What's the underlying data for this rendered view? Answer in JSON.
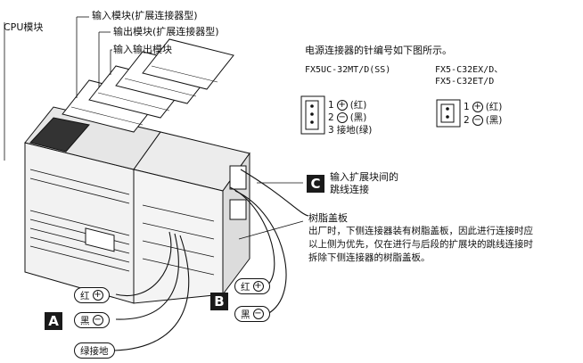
{
  "callouts": {
    "cpu": "CPU模块",
    "input_module": "输入模块(扩展连接器型)",
    "output_module": "输出模块(扩展连接器型)",
    "io_module": "输入输出模块"
  },
  "connector_section": {
    "heading": "电源连接器的针编号如下图所示。",
    "left_model": "FX5UC-32MT/D(SS)",
    "right_model_line1": "FX5-C32EX/D、",
    "right_model_line2": "FX5-C32ET/D",
    "left_pins": [
      {
        "num": "1",
        "symbol": "+",
        "label": "(红)"
      },
      {
        "num": "2",
        "symbol": "−",
        "label": "(黑)"
      },
      {
        "num": "3",
        "symbol": "",
        "label": "接地(绿)"
      }
    ],
    "right_pins": [
      {
        "num": "1",
        "symbol": "+",
        "label": "(红)"
      },
      {
        "num": "2",
        "symbol": "−",
        "label": "(黑)"
      }
    ]
  },
  "badge_c": {
    "letter": "C",
    "line1": "输入扩展块间的",
    "line2": "跳线连接"
  },
  "resin_cover": {
    "title": "树脂盖板",
    "lines": [
      "出厂时，下侧连接器装有树脂盖板，因此进行连接时应",
      "以上侧为优先，仅在进行与后段的扩展块的跳线连接时",
      "拆除下侧连接器的树脂盖板。"
    ]
  },
  "badge_a": {
    "letter": "A",
    "red": "红",
    "black": "黑",
    "ground": "绿接地",
    "plus": "+",
    "minus": "−"
  },
  "badge_b": {
    "letter": "B",
    "red": "红",
    "black": "黑",
    "plus": "+",
    "minus": "−"
  }
}
